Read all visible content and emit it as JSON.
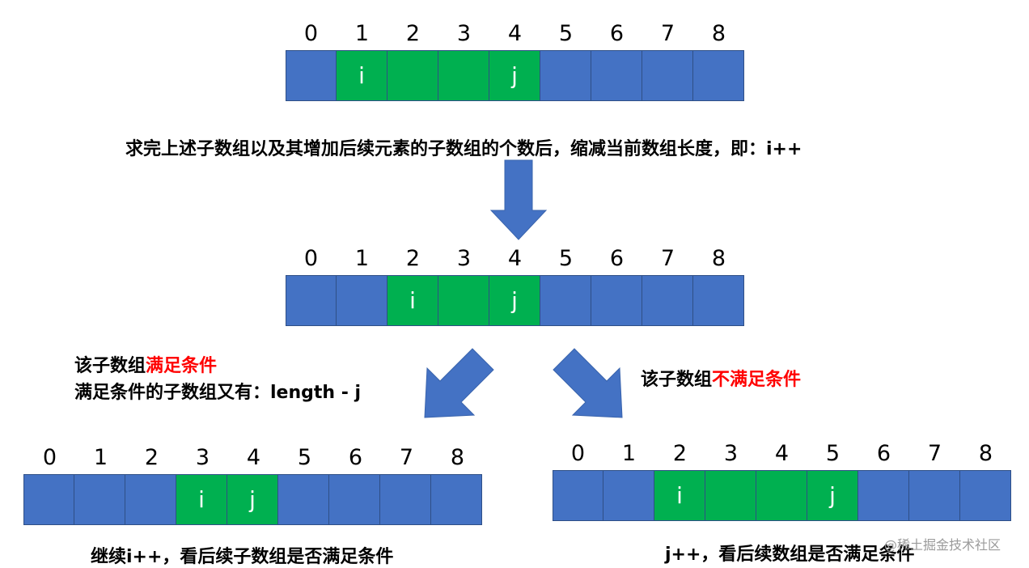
{
  "indices": [
    "0",
    "1",
    "2",
    "3",
    "4",
    "5",
    "6",
    "7",
    "8"
  ],
  "arrays": [
    {
      "id": "top",
      "green": [
        1,
        2,
        3,
        4
      ],
      "labels": {
        "1": "i",
        "4": "j"
      }
    },
    {
      "id": "middle",
      "green": [
        2,
        3,
        4
      ],
      "labels": {
        "2": "i",
        "4": "j"
      }
    },
    {
      "id": "bottom-left",
      "green": [
        3,
        4
      ],
      "labels": {
        "3": "i",
        "4": "j"
      }
    },
    {
      "id": "bottom-right",
      "green": [
        2,
        3,
        4,
        5
      ],
      "labels": {
        "2": "i",
        "5": "j"
      }
    }
  ],
  "captions": {
    "step1": "求完上述子数组以及其增加后续元素的子数组的个数后，缩减当前数组长度，即：i++",
    "left_line1_prefix": "该子数组",
    "left_line1_highlight": "满足条件",
    "left_line2": "满足条件的子数组又有：length - j",
    "right_prefix": "该子数组",
    "right_highlight": "不满足条件",
    "bottom_left": "继续i++，看后续子数组是否满足条件",
    "bottom_right": "j++，看后续数组是否满足条件",
    "watermark": "@稀土掘金技术社区"
  },
  "colors": {
    "blue": "#4472c4",
    "green": "#00b050",
    "red": "#ff0000",
    "arrow": "#4472c4"
  },
  "icons": [
    "down-arrow-icon",
    "down-left-arrow-icon",
    "down-right-arrow-icon"
  ]
}
